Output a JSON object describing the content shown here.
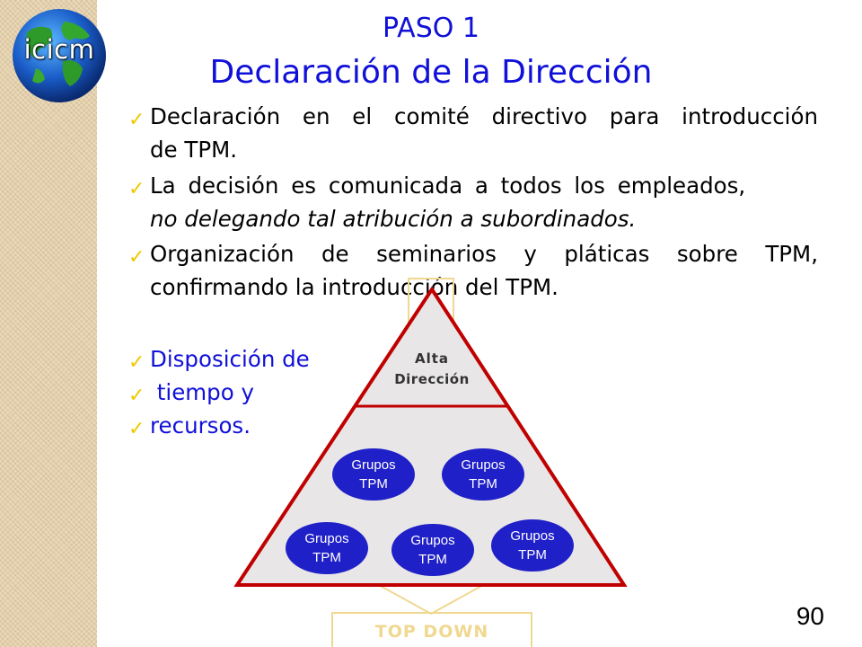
{
  "logo": {
    "text": "icicm"
  },
  "slide": {
    "step": "PASO 1",
    "title": "Declaración de la Dirección",
    "page_number": "90"
  },
  "bullets": [
    {
      "line1": "Declaración en el comité directivo para introducción",
      "line2": "de TPM."
    },
    {
      "line1": "La decisión es comunicada a todos los empleados,",
      "line2": "no delegando tal atribución a subordinados."
    },
    {
      "line1": "Organización de seminarios y pláticas sobre TPM,",
      "line2": "confirmando la introducción del TPM."
    }
  ],
  "blue_bullets": [
    "Disposición de",
    " tiempo y",
    "recursos."
  ],
  "pyramid": {
    "top_label_1": "Alta",
    "top_label_2": "Dirección",
    "group_line_1": "Grupos",
    "group_line_2": "TPM",
    "arrow_label": "TOP DOWN"
  },
  "colors": {
    "title_blue": "#1010d8",
    "check_yellow": "#f0c800",
    "pyramid_red": "#c00000",
    "pyramid_fill": "#e8e6e6",
    "group_fill": "#2020c8",
    "arrow_gold": "#f0d890"
  }
}
